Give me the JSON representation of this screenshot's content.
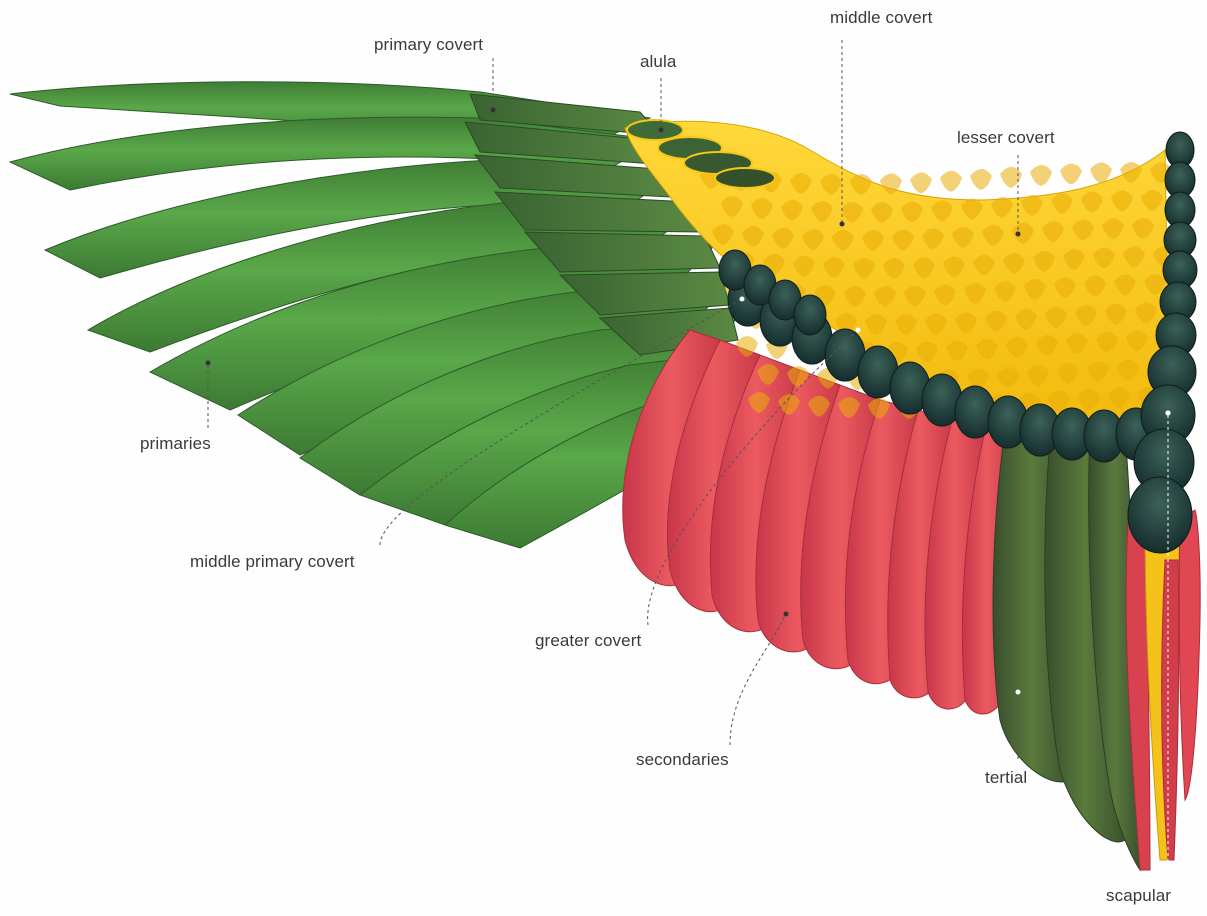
{
  "labels": {
    "primary_covert": "primary covert",
    "alula": "alula",
    "middle_covert": "middle covert",
    "lesser_covert": "lesser covert",
    "primaries": "primaries",
    "middle_primary_covert": "middle primary covert",
    "greater_covert": "greater covert",
    "secondaries": "secondaries",
    "tertial": "tertial",
    "scapular": "scapular"
  },
  "colors": {
    "primary_green": "#4a9a3f",
    "covert_green": "#3f6a37",
    "yellow": "#f7c616",
    "red": "#e24a55",
    "dark_teal": "#1c3b35",
    "olive": "#4f6a36"
  }
}
